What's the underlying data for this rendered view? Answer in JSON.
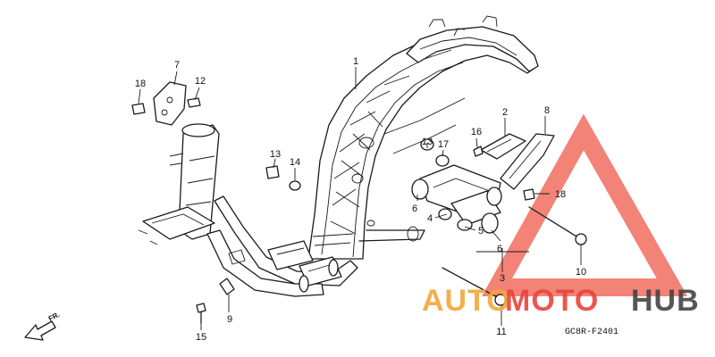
{
  "diagram": {
    "callouts": [
      "1",
      "2",
      "3",
      "4",
      "5",
      "6",
      "6",
      "7",
      "8",
      "9",
      "10",
      "11",
      "12",
      "13",
      "13",
      "14",
      "15",
      "16",
      "17",
      "18",
      "18"
    ],
    "code": "GC8R-F2401",
    "direction_label": "FR."
  },
  "watermark": {
    "part1": "AUTO",
    "part2": "MOTO",
    "part3": "HUB",
    "colors": {
      "orange": "#f3a73a",
      "red": "#e8443a",
      "dark": "#444444",
      "triangle": "#ef5a4a"
    }
  }
}
